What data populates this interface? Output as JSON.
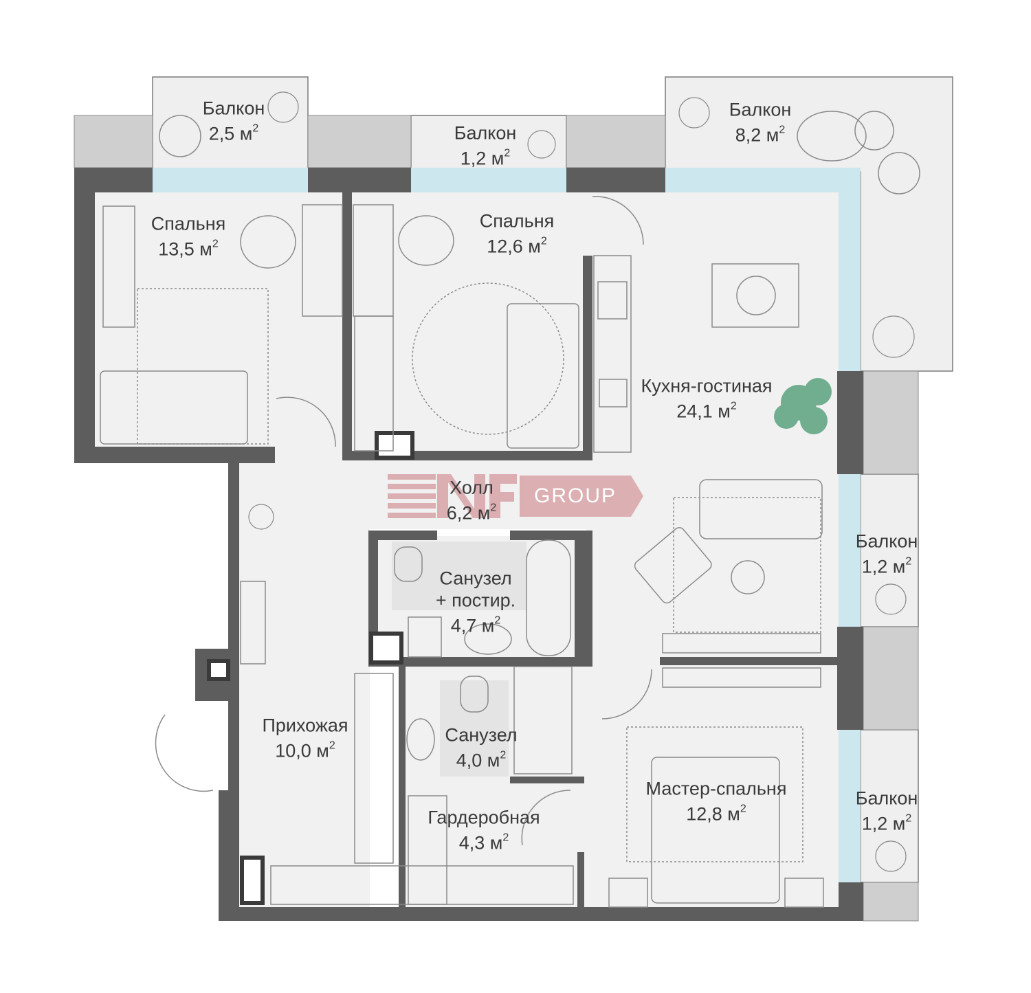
{
  "plan": {
    "rooms": [
      {
        "id": "balcony-1",
        "name": "Балкон",
        "area": "2,5 м",
        "unit_sup": "2"
      },
      {
        "id": "balcony-2",
        "name": "Балкон",
        "area": "1,2 м",
        "unit_sup": "2"
      },
      {
        "id": "balcony-3",
        "name": "Балкон",
        "area": "8,2 м",
        "unit_sup": "2"
      },
      {
        "id": "bedroom-1",
        "name": "Спальня",
        "area": "13,5 м",
        "unit_sup": "2"
      },
      {
        "id": "bedroom-2",
        "name": "Спальня",
        "area": "12,6 м",
        "unit_sup": "2"
      },
      {
        "id": "kitchen-living",
        "name": "Кухня-гостиная",
        "area": "24,1 м",
        "unit_sup": "2"
      },
      {
        "id": "hall",
        "name": "Холл",
        "area": "6,2 м",
        "unit_sup": "2"
      },
      {
        "id": "balcony-4",
        "name": "Балкон",
        "area": "1,2 м",
        "unit_sup": "2"
      },
      {
        "id": "bathroom-1",
        "name": "Санузел",
        "name2": "+ постир.",
        "area": "4,7 м",
        "unit_sup": "2"
      },
      {
        "id": "entrance",
        "name": "Прихожая",
        "area": "10,0 м",
        "unit_sup": "2"
      },
      {
        "id": "bathroom-2",
        "name": "Санузел",
        "area": "4,0 м",
        "unit_sup": "2"
      },
      {
        "id": "master-bedroom",
        "name": "Мастер-спальня",
        "area": "12,8 м",
        "unit_sup": "2"
      },
      {
        "id": "wardrobe",
        "name": "Гардеробная",
        "area": "4,3 м",
        "unit_sup": "2"
      },
      {
        "id": "balcony-5",
        "name": "Балкон",
        "area": "1,2 м",
        "unit_sup": "2"
      }
    ]
  },
  "watermark": {
    "brand_mark": "NF",
    "text": "GROUP",
    "color": "#d9a7ac"
  },
  "colors": {
    "wall": "#5d5d5e",
    "floor": "#f1f1f1",
    "balcony": "#efefef",
    "glass": "#cde7ee",
    "line": "#8a8a8a",
    "plant": "#5aa37e"
  }
}
